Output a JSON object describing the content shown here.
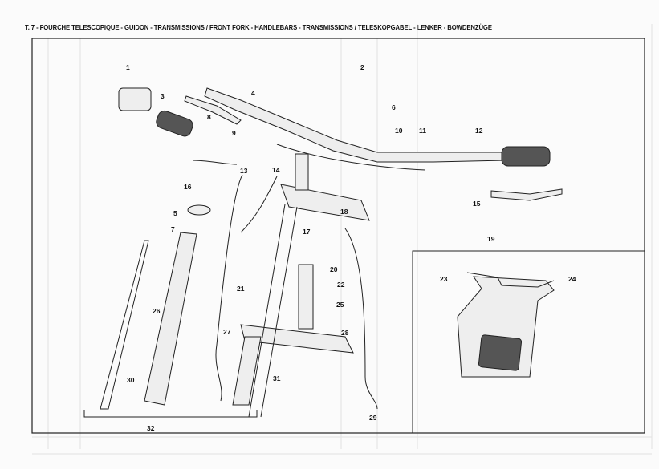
{
  "title": "T. 7 - FOURCHE TELESCOPIQUE - GUIDON - TRANSMISSIONS / FRONT FORK - HANDLEBARS - TRANSMISSIONS / TELESKOPGABEL - LENKER - BOWDENZÜGE",
  "callouts": [
    "1",
    "2",
    "3",
    "4",
    "5",
    "6",
    "7",
    "8",
    "9",
    "10",
    "11",
    "12",
    "13",
    "14",
    "15",
    "16",
    "17",
    "18",
    "19",
    "20",
    "21",
    "22",
    "23",
    "24",
    "25",
    "26",
    "27",
    "28",
    "29",
    "30",
    "31",
    "32"
  ]
}
